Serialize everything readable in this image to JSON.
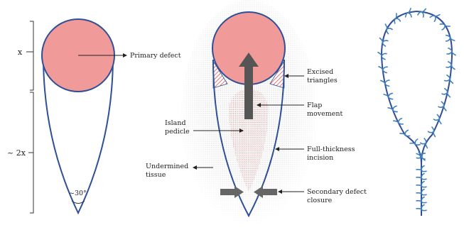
{
  "colors": {
    "outline": "#2f4f96",
    "defect_fill": "#f19a9a",
    "stitch": "#3f7fbf",
    "arrow": "#555555",
    "shade": "#d9d9d9"
  },
  "left_panel": {
    "dimension_x": "x",
    "dimension_2x": "~ 2x",
    "angle": "~30°",
    "primary_defect": "Primary defect"
  },
  "middle_panel": {
    "excised_line1": "Excised",
    "excised_line2": "triangles",
    "flap_line1": "Flap",
    "flap_line2": "movement",
    "island_line1": "Island",
    "island_line2": "pedicle",
    "full_line1": "Full-thickness",
    "full_line2": "incision",
    "undermined_line1": "Undermined",
    "undermined_line2": "tissue",
    "secondary_line1": "Secondary defect",
    "secondary_line2": "closure"
  }
}
